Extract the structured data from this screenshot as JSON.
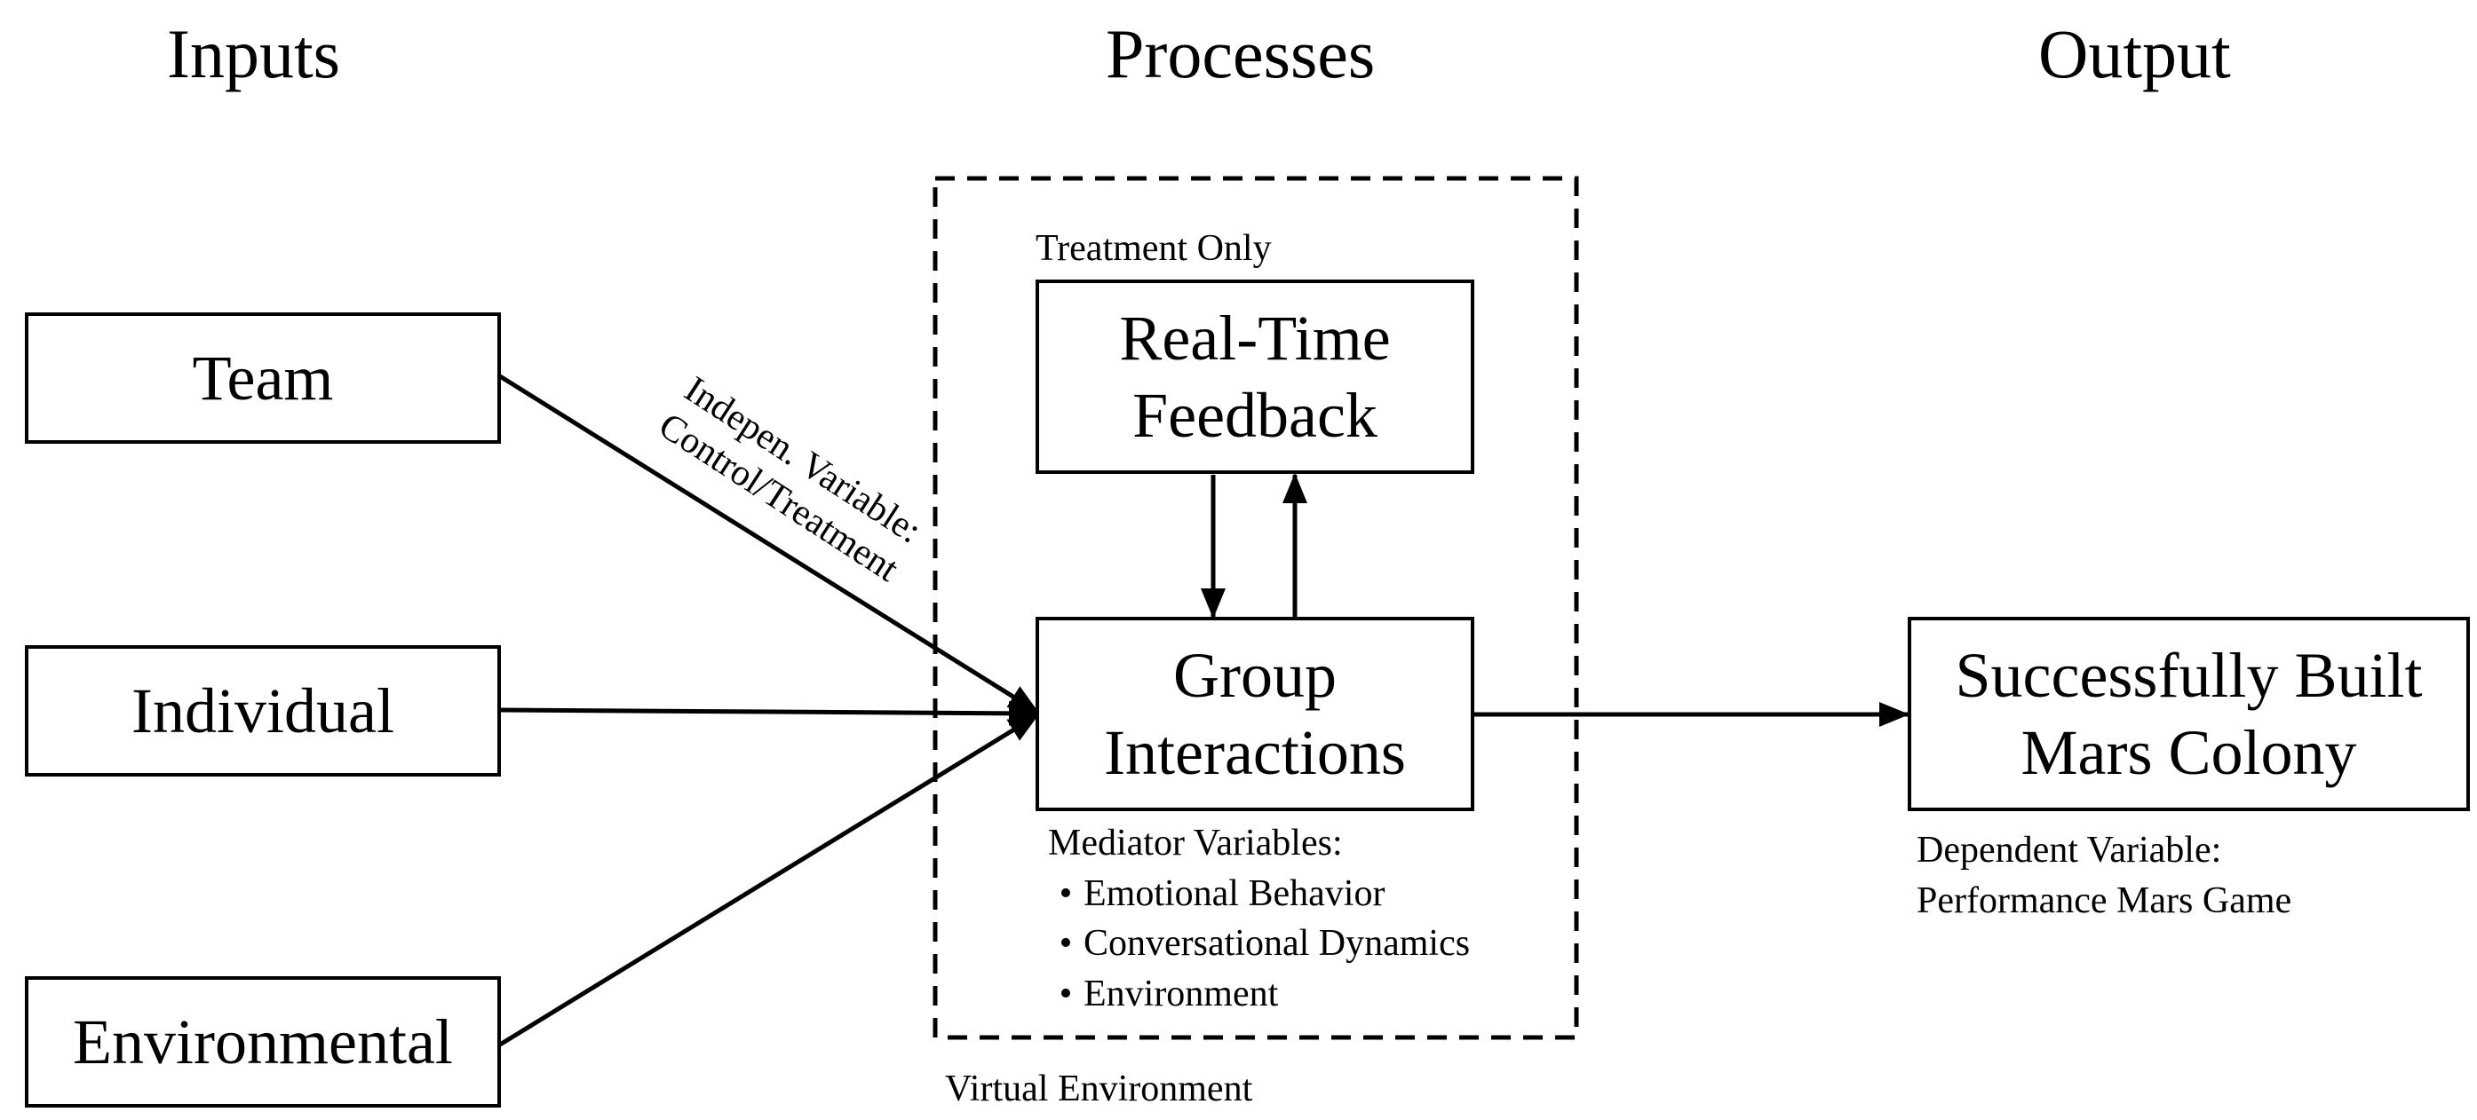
{
  "headers": {
    "inputs": "Inputs",
    "processes": "Processes",
    "output": "Output"
  },
  "inputs": {
    "team": "Team",
    "individual": "Individual",
    "environmental": "Environmental"
  },
  "independent_variable": {
    "line1": "Indepen. Variable:",
    "line2": "Control/Treatment"
  },
  "processes": {
    "treatment_only": "Treatment Only",
    "feedback": {
      "line1": "Real-Time",
      "line2": "Feedback"
    },
    "group": {
      "line1": "Group",
      "line2": "Interactions"
    },
    "mediator": {
      "title": "Mediator Variables:",
      "items": [
        "Emotional Behavior",
        "Conversational Dynamics",
        "Environment"
      ]
    },
    "container_label": "Virtual Environment"
  },
  "output": {
    "box": {
      "line1": "Successfully Built",
      "line2": "Mars Colony"
    },
    "dependent": {
      "line1": "Dependent Variable:",
      "line2": "Performance Mars Game"
    }
  },
  "colors": {
    "stroke": "#000000",
    "background": "#ffffff"
  },
  "bullet_glyph": "•"
}
